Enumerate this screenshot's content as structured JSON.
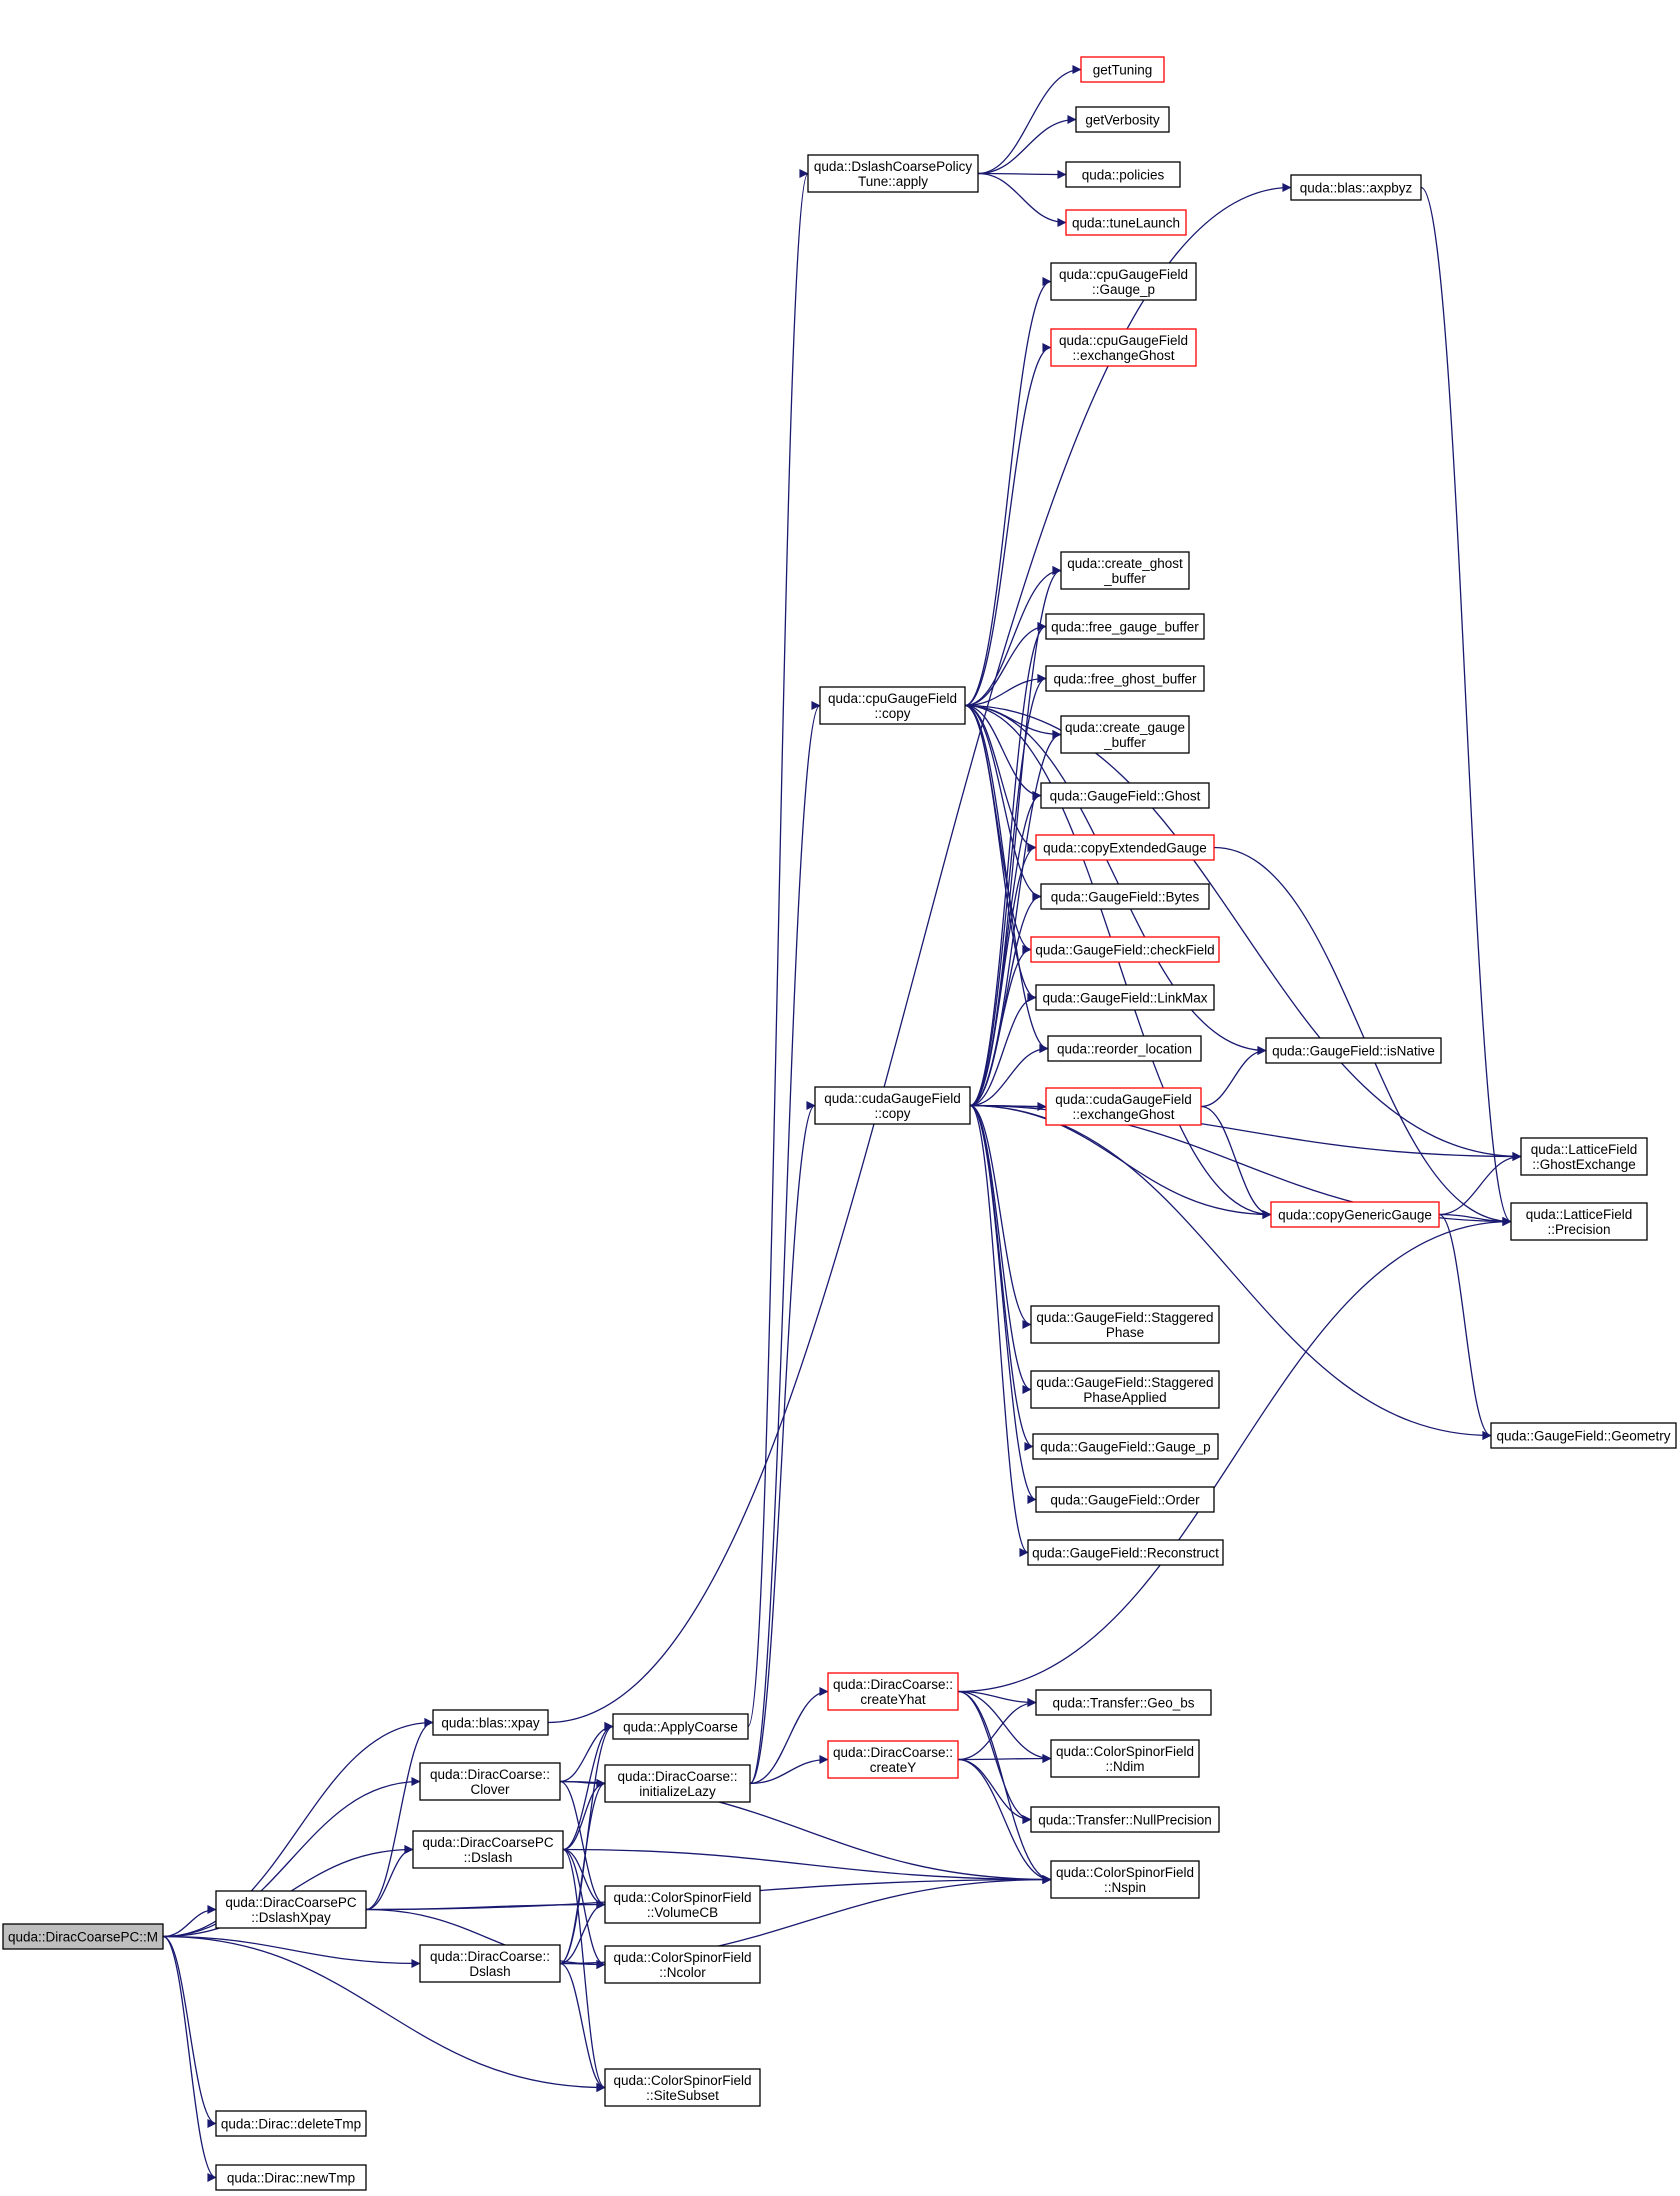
{
  "colors": {
    "edge": "#191970",
    "border_normal": "#000000",
    "border_truncated": "#ff0000",
    "root_fill": "#bfbfbf",
    "node_fill": "#ffffff"
  },
  "nodes": [
    {
      "id": "M",
      "lines": [
        "quda::DiracCoarsePC::M"
      ],
      "style": "root"
    },
    {
      "id": "xpay",
      "lines": [
        "quda::blas::xpay"
      ],
      "style": "normal"
    },
    {
      "id": "clover",
      "lines": [
        "quda::DiracCoarse::",
        "Clover"
      ],
      "style": "normal"
    },
    {
      "id": "dslashPC",
      "lines": [
        "quda::DiracCoarsePC",
        "::Dslash"
      ],
      "style": "normal"
    },
    {
      "id": "dslashXpay",
      "lines": [
        "quda::DiracCoarsePC",
        "::DslashXpay"
      ],
      "style": "normal"
    },
    {
      "id": "dcDslash",
      "lines": [
        "quda::DiracCoarse::",
        "Dslash"
      ],
      "style": "normal"
    },
    {
      "id": "deleteTmp",
      "lines": [
        "quda::Dirac::deleteTmp"
      ],
      "style": "normal"
    },
    {
      "id": "newTmp",
      "lines": [
        "quda::Dirac::newTmp"
      ],
      "style": "normal"
    },
    {
      "id": "applyCoarse",
      "lines": [
        "quda::ApplyCoarse"
      ],
      "style": "normal"
    },
    {
      "id": "initLazy",
      "lines": [
        "quda::DiracCoarse::",
        "initializeLazy"
      ],
      "style": "normal"
    },
    {
      "id": "volumeCB",
      "lines": [
        "quda::ColorSpinorField",
        "::VolumeCB"
      ],
      "style": "normal"
    },
    {
      "id": "ncolor",
      "lines": [
        "quda::ColorSpinorField",
        "::Ncolor"
      ],
      "style": "normal"
    },
    {
      "id": "siteSubset",
      "lines": [
        "quda::ColorSpinorField",
        "::SiteSubset"
      ],
      "style": "normal"
    },
    {
      "id": "policyTune",
      "lines": [
        "quda::DslashCoarsePolicy",
        "Tune::apply"
      ],
      "style": "normal"
    },
    {
      "id": "cpuCopy",
      "lines": [
        "quda::cpuGaugeField",
        "::copy"
      ],
      "style": "normal"
    },
    {
      "id": "cudaCopy",
      "lines": [
        "quda::cudaGaugeField",
        "::copy"
      ],
      "style": "normal"
    },
    {
      "id": "createYhat",
      "lines": [
        "quda::DiracCoarse::",
        "createYhat"
      ],
      "style": "truncated"
    },
    {
      "id": "createY",
      "lines": [
        "quda::DiracCoarse::",
        "createY"
      ],
      "style": "truncated"
    },
    {
      "id": "getTuning",
      "lines": [
        "getTuning"
      ],
      "style": "truncated"
    },
    {
      "id": "getVerbosity",
      "lines": [
        "getVerbosity"
      ],
      "style": "normal"
    },
    {
      "id": "policies",
      "lines": [
        "quda::policies"
      ],
      "style": "normal"
    },
    {
      "id": "tuneLaunch",
      "lines": [
        "quda::tuneLaunch"
      ],
      "style": "truncated"
    },
    {
      "id": "cpuGaugeP",
      "lines": [
        "quda::cpuGaugeField",
        "::Gauge_p"
      ],
      "style": "normal"
    },
    {
      "id": "cpuExGhost",
      "lines": [
        "quda::cpuGaugeField",
        "::exchangeGhost"
      ],
      "style": "truncated"
    },
    {
      "id": "createGhostBuf",
      "lines": [
        "quda::create_ghost",
        "_buffer"
      ],
      "style": "normal"
    },
    {
      "id": "freeGaugeBuf",
      "lines": [
        "quda::free_gauge_buffer"
      ],
      "style": "normal"
    },
    {
      "id": "freeGhostBuf",
      "lines": [
        "quda::free_ghost_buffer"
      ],
      "style": "normal"
    },
    {
      "id": "createGaugeBuf",
      "lines": [
        "quda::create_gauge",
        "_buffer"
      ],
      "style": "normal"
    },
    {
      "id": "gfGhost",
      "lines": [
        "quda::GaugeField::Ghost"
      ],
      "style": "normal"
    },
    {
      "id": "copyExt",
      "lines": [
        "quda::copyExtendedGauge"
      ],
      "style": "truncated"
    },
    {
      "id": "gfBytes",
      "lines": [
        "quda::GaugeField::Bytes"
      ],
      "style": "normal"
    },
    {
      "id": "gfCheck",
      "lines": [
        "quda::GaugeField::checkField"
      ],
      "style": "truncated"
    },
    {
      "id": "gfLinkMax",
      "lines": [
        "quda::GaugeField::LinkMax"
      ],
      "style": "normal"
    },
    {
      "id": "reorder",
      "lines": [
        "quda::reorder_location"
      ],
      "style": "normal"
    },
    {
      "id": "cudaExGhost",
      "lines": [
        "quda::cudaGaugeField",
        "::exchangeGhost"
      ],
      "style": "truncated"
    },
    {
      "id": "gfStag",
      "lines": [
        "quda::GaugeField::Staggered",
        "Phase"
      ],
      "style": "normal"
    },
    {
      "id": "gfStagApplied",
      "lines": [
        "quda::GaugeField::Staggered",
        "PhaseApplied"
      ],
      "style": "normal"
    },
    {
      "id": "gfGaugeP",
      "lines": [
        "quda::GaugeField::Gauge_p"
      ],
      "style": "normal"
    },
    {
      "id": "gfOrder",
      "lines": [
        "quda::GaugeField::Order"
      ],
      "style": "normal"
    },
    {
      "id": "gfRecon",
      "lines": [
        "quda::GaugeField::Reconstruct"
      ],
      "style": "normal"
    },
    {
      "id": "geoBs",
      "lines": [
        "quda::Transfer::Geo_bs"
      ],
      "style": "normal"
    },
    {
      "id": "ndim",
      "lines": [
        "quda::ColorSpinorField",
        "::Ndim"
      ],
      "style": "normal"
    },
    {
      "id": "nullPrec",
      "lines": [
        "quda::Transfer::NullPrecision"
      ],
      "style": "normal"
    },
    {
      "id": "nspin",
      "lines": [
        "quda::ColorSpinorField",
        "::Nspin"
      ],
      "style": "normal"
    },
    {
      "id": "axpbyz",
      "lines": [
        "quda::blas::axpbyz"
      ],
      "style": "normal"
    },
    {
      "id": "isNative",
      "lines": [
        "quda::GaugeField::isNative"
      ],
      "style": "normal"
    },
    {
      "id": "copyGeneric",
      "lines": [
        "quda::copyGenericGauge"
      ],
      "style": "truncated"
    },
    {
      "id": "ghostExchange",
      "lines": [
        "quda::LatticeField",
        "::GhostExchange"
      ],
      "style": "normal"
    },
    {
      "id": "precision",
      "lines": [
        "quda::LatticeField",
        "::Precision"
      ],
      "style": "normal"
    },
    {
      "id": "geometry",
      "lines": [
        "quda::GaugeField::Geometry"
      ],
      "style": "normal"
    }
  ],
  "edges": [
    [
      "M",
      "xpay"
    ],
    [
      "M",
      "clover"
    ],
    [
      "M",
      "dslashPC"
    ],
    [
      "M",
      "dslashXpay"
    ],
    [
      "M",
      "dcDslash"
    ],
    [
      "M",
      "siteSubset"
    ],
    [
      "M",
      "deleteTmp"
    ],
    [
      "M",
      "newTmp"
    ],
    [
      "xpay",
      "axpbyz"
    ],
    [
      "clover",
      "applyCoarse"
    ],
    [
      "clover",
      "initLazy"
    ],
    [
      "clover",
      "volumeCB"
    ],
    [
      "clover",
      "nspin"
    ],
    [
      "dslashPC",
      "applyCoarse"
    ],
    [
      "dslashPC",
      "initLazy"
    ],
    [
      "dslashPC",
      "ncolor"
    ],
    [
      "dslashPC",
      "siteSubset"
    ],
    [
      "dslashPC",
      "volumeCB"
    ],
    [
      "dslashPC",
      "nspin"
    ],
    [
      "dslashXpay",
      "xpay"
    ],
    [
      "dslashXpay",
      "dslashPC"
    ],
    [
      "dslashXpay",
      "volumeCB"
    ],
    [
      "dslashXpay",
      "ncolor"
    ],
    [
      "dslashXpay",
      "nspin"
    ],
    [
      "dcDslash",
      "applyCoarse"
    ],
    [
      "dcDslash",
      "initLazy"
    ],
    [
      "dcDslash",
      "ncolor"
    ],
    [
      "dcDslash",
      "volumeCB"
    ],
    [
      "dcDslash",
      "siteSubset"
    ],
    [
      "dcDslash",
      "nspin"
    ],
    [
      "applyCoarse",
      "policyTune"
    ],
    [
      "initLazy",
      "cpuCopy"
    ],
    [
      "initLazy",
      "cudaCopy"
    ],
    [
      "initLazy",
      "createYhat"
    ],
    [
      "initLazy",
      "createY"
    ],
    [
      "policyTune",
      "getTuning"
    ],
    [
      "policyTune",
      "getVerbosity"
    ],
    [
      "policyTune",
      "policies"
    ],
    [
      "policyTune",
      "tuneLaunch"
    ],
    [
      "cpuCopy",
      "cpuGaugeP"
    ],
    [
      "cpuCopy",
      "cpuExGhost"
    ],
    [
      "cpuCopy",
      "createGhostBuf"
    ],
    [
      "cpuCopy",
      "freeGaugeBuf"
    ],
    [
      "cpuCopy",
      "freeGhostBuf"
    ],
    [
      "cpuCopy",
      "createGaugeBuf"
    ],
    [
      "cpuCopy",
      "gfGhost"
    ],
    [
      "cpuCopy",
      "copyExt"
    ],
    [
      "cpuCopy",
      "gfBytes"
    ],
    [
      "cpuCopy",
      "gfCheck"
    ],
    [
      "cpuCopy",
      "gfLinkMax"
    ],
    [
      "cpuCopy",
      "reorder"
    ],
    [
      "cpuCopy",
      "ghostExchange"
    ],
    [
      "cpuCopy",
      "copyGeneric"
    ],
    [
      "cpuCopy",
      "isNative"
    ],
    [
      "cudaCopy",
      "createGhostBuf"
    ],
    [
      "cudaCopy",
      "freeGaugeBuf"
    ],
    [
      "cudaCopy",
      "freeGhostBuf"
    ],
    [
      "cudaCopy",
      "createGaugeBuf"
    ],
    [
      "cudaCopy",
      "gfGhost"
    ],
    [
      "cudaCopy",
      "copyExt"
    ],
    [
      "cudaCopy",
      "gfBytes"
    ],
    [
      "cudaCopy",
      "gfCheck"
    ],
    [
      "cudaCopy",
      "gfLinkMax"
    ],
    [
      "cudaCopy",
      "reorder"
    ],
    [
      "cudaCopy",
      "cudaExGhost"
    ],
    [
      "cudaCopy",
      "ghostExchange"
    ],
    [
      "cudaCopy",
      "copyGeneric"
    ],
    [
      "cudaCopy",
      "precision"
    ],
    [
      "cudaCopy",
      "gfStag"
    ],
    [
      "cudaCopy",
      "gfStagApplied"
    ],
    [
      "cudaCopy",
      "gfGaugeP"
    ],
    [
      "cudaCopy",
      "gfOrder"
    ],
    [
      "cudaCopy",
      "gfRecon"
    ],
    [
      "cudaCopy",
      "geometry"
    ],
    [
      "copyExt",
      "precision"
    ],
    [
      "cudaExGhost",
      "isNative"
    ],
    [
      "cudaExGhost",
      "copyGeneric"
    ],
    [
      "copyGeneric",
      "ghostExchange"
    ],
    [
      "copyGeneric",
      "precision"
    ],
    [
      "copyGeneric",
      "geometry"
    ],
    [
      "createYhat",
      "precision"
    ],
    [
      "createYhat",
      "geoBs"
    ],
    [
      "createYhat",
      "ndim"
    ],
    [
      "createYhat",
      "nullPrec"
    ],
    [
      "createYhat",
      "nspin"
    ],
    [
      "createY",
      "geoBs"
    ],
    [
      "createY",
      "ndim"
    ],
    [
      "createY",
      "nullPrec"
    ],
    [
      "createY",
      "nspin"
    ],
    [
      "axpbyz",
      "precision"
    ]
  ]
}
